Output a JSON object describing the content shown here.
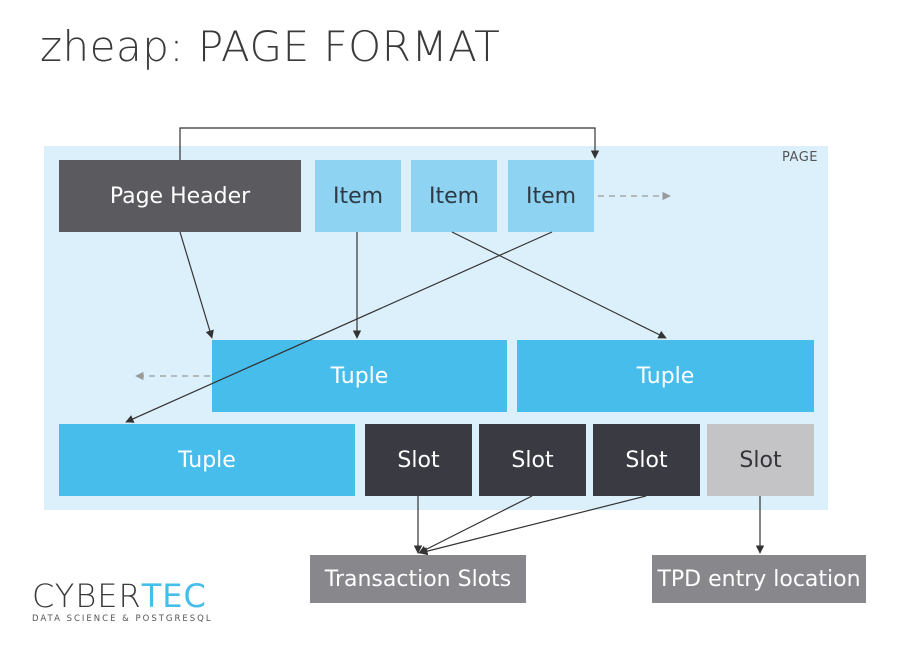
{
  "title": "zheap: PAGE FORMAT",
  "page": {
    "label": "PAGE",
    "header": "Page Header",
    "items": [
      "Item",
      "Item",
      "Item"
    ],
    "tuples": [
      "Tuple",
      "Tuple",
      "Tuple"
    ],
    "slots": [
      "Slot",
      "Slot",
      "Slot",
      "Slot"
    ]
  },
  "targets": {
    "transaction_slots": "Transaction Slots",
    "tpd_entry_location": "TPD entry location"
  },
  "logo": {
    "part1": "CYBER",
    "part2": "TEC",
    "subtitle": "DATA SCIENCE & POSTGRESQL"
  },
  "colors": {
    "page_background": "#dcf0fb",
    "header": "#5a5a5f",
    "item": "#8ed3f2",
    "tuple": "#47bdec",
    "slot": "#3a3a42",
    "slot_tpd": "#c4c4c6",
    "target_box": "#87878c"
  }
}
